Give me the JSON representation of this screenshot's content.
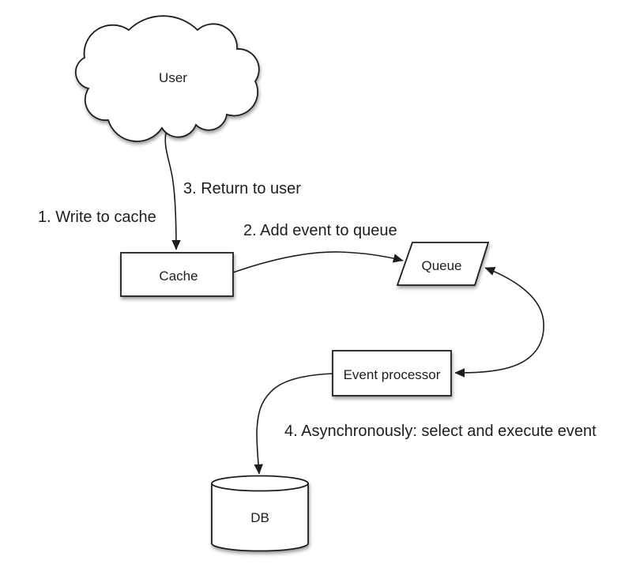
{
  "colors": {
    "ink": "#1d1d1d",
    "shape_fill": "#ffffff",
    "background": "#ffffff"
  },
  "nodes": {
    "user": {
      "label": "User",
      "shape": "cloud"
    },
    "cache": {
      "label": "Cache",
      "shape": "rectangle"
    },
    "queue": {
      "label": "Queue",
      "shape": "parallelogram"
    },
    "event_processor": {
      "label": "Event processor",
      "shape": "rectangle"
    },
    "db": {
      "label": "DB",
      "shape": "cylinder"
    }
  },
  "annotations": {
    "step1": "1. Write to cache",
    "step2": "2. Add event to queue",
    "step3": "3. Return to user",
    "step4": "4. Asynchronously: select and execute event"
  },
  "edges": [
    {
      "from": "user",
      "to": "cache",
      "direction": "one-way",
      "annotations": [
        "1. Write to cache",
        "3. Return to user"
      ]
    },
    {
      "from": "cache",
      "to": "queue",
      "direction": "one-way",
      "annotations": [
        "2. Add event to queue"
      ]
    },
    {
      "from": "queue",
      "to": "event_processor",
      "direction": "two-way",
      "annotations": []
    },
    {
      "from": "event_processor",
      "to": "db",
      "direction": "one-way",
      "annotations": [
        "4. Asynchronously: select and execute event"
      ]
    }
  ]
}
